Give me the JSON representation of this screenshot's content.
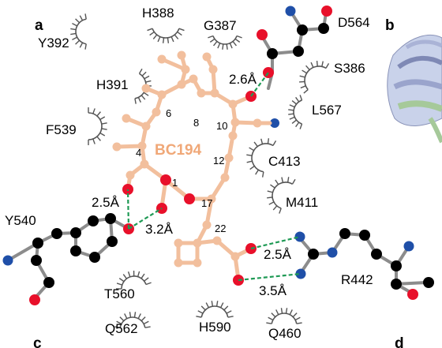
{
  "panel_labels": {
    "a": "a",
    "b": "b",
    "c": "c",
    "d": "d"
  },
  "ligand": {
    "name": "BC194",
    "atom_numbers": [
      "1",
      "4",
      "6",
      "8",
      "10",
      "12",
      "17",
      "22"
    ]
  },
  "residues": {
    "y392": "Y392",
    "h388": "H388",
    "g387": "G387",
    "d564": "D564",
    "s386": "S386",
    "h391": "H391",
    "l567": "L567",
    "f539": "F539",
    "c413": "C413",
    "m411": "M411",
    "y540": "Y540",
    "r442": "R442",
    "t560": "T560",
    "q562": "Q562",
    "h590": "H590",
    "q460": "Q460"
  },
  "distances": {
    "d564_hbond": "2.6Å",
    "y540_hbond_1": "2.5Å",
    "y540_hbond_2": "3.2Å",
    "r442_hbond_1": "2.5Å",
    "r442_hbond_2": "3.5Å"
  },
  "colors": {
    "ligand": "#f2bf9d",
    "ligand_label": "#f0a878",
    "carbon": "#000000",
    "oxygen": "#e8102a",
    "nitrogen": "#1f4fa8",
    "bond": "#8c8c8c",
    "hbond": "#1f9a55",
    "protein_ribbon_1": "#b8c0e0",
    "protein_ribbon_2": "#b8dca8"
  }
}
